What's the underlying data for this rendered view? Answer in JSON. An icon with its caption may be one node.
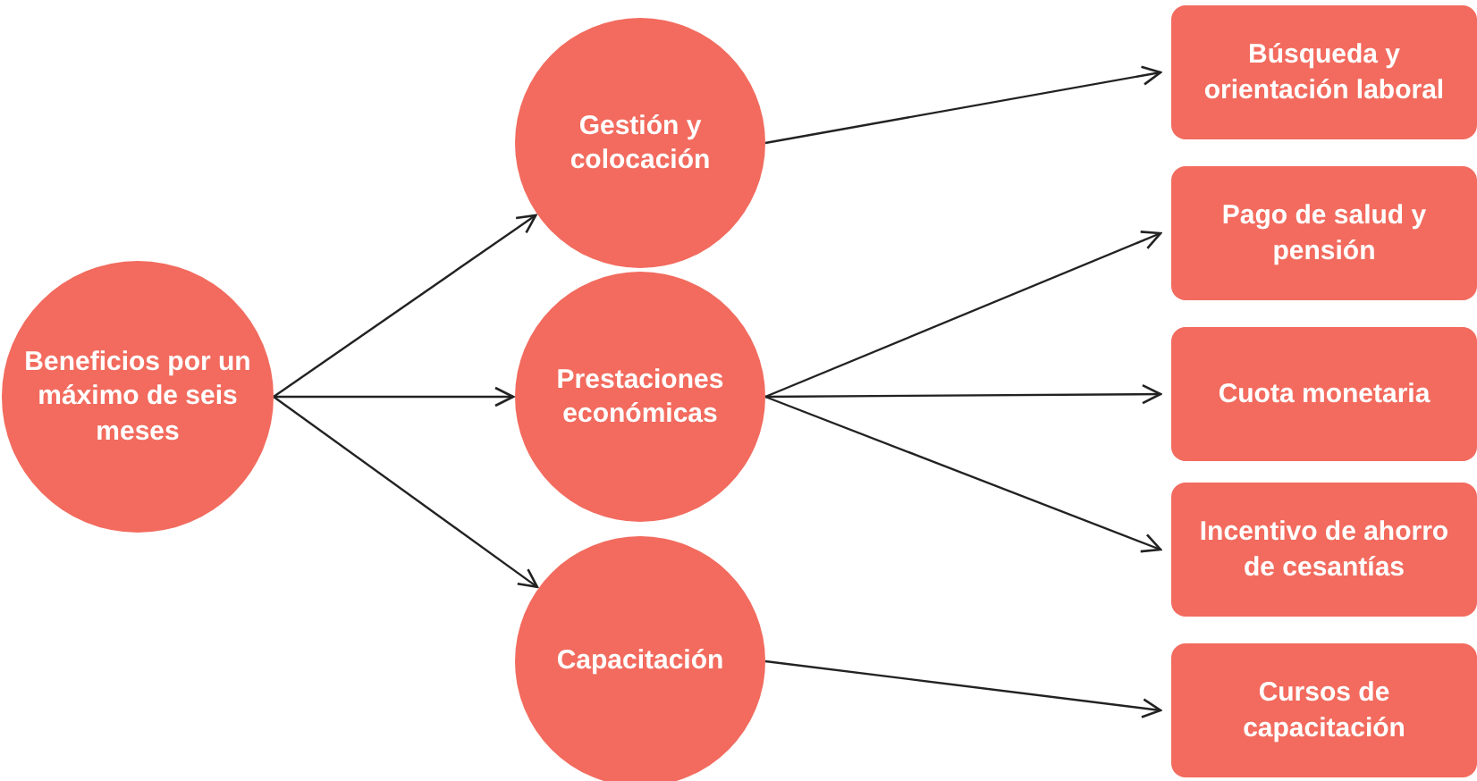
{
  "diagram": {
    "nodes": [
      {
        "text": [
          "Beneficios por un máximo de seis meses"
        ]
      },
      {
        "text": [
          "Gestión y colocación"
        ]
      },
      {
        "text": [
          "Prestaciones económicas"
        ]
      },
      {
        "text": [
          "Capacitación"
        ]
      },
      {
        "text": [
          "Búsqueda y orientación laboral"
        ]
      },
      {
        "text": [
          "Pago de salud y pensión"
        ]
      },
      {
        "text": [
          "Cuota monetaria"
        ]
      },
      {
        "text": [
          "Incentivo de ahorro de cesantías"
        ]
      },
      {
        "text": [
          "Cursos de capacitación"
        ]
      }
    ],
    "edges": [
      {
        "from": 0,
        "to": 1,
        "arrow": "to"
      },
      {
        "from": 0,
        "to": 2,
        "arrow": "to"
      },
      {
        "from": 0,
        "to": 3,
        "arrow": "to"
      },
      {
        "from": 1,
        "to": 4,
        "arrow": "to"
      },
      {
        "from": 2,
        "to": 5,
        "arrow": "to"
      },
      {
        "from": 2,
        "to": 6,
        "arrow": "to"
      },
      {
        "from": 2,
        "to": 7,
        "arrow": "to"
      },
      {
        "from": 3,
        "to": 8,
        "arrow": "to"
      }
    ]
  }
}
